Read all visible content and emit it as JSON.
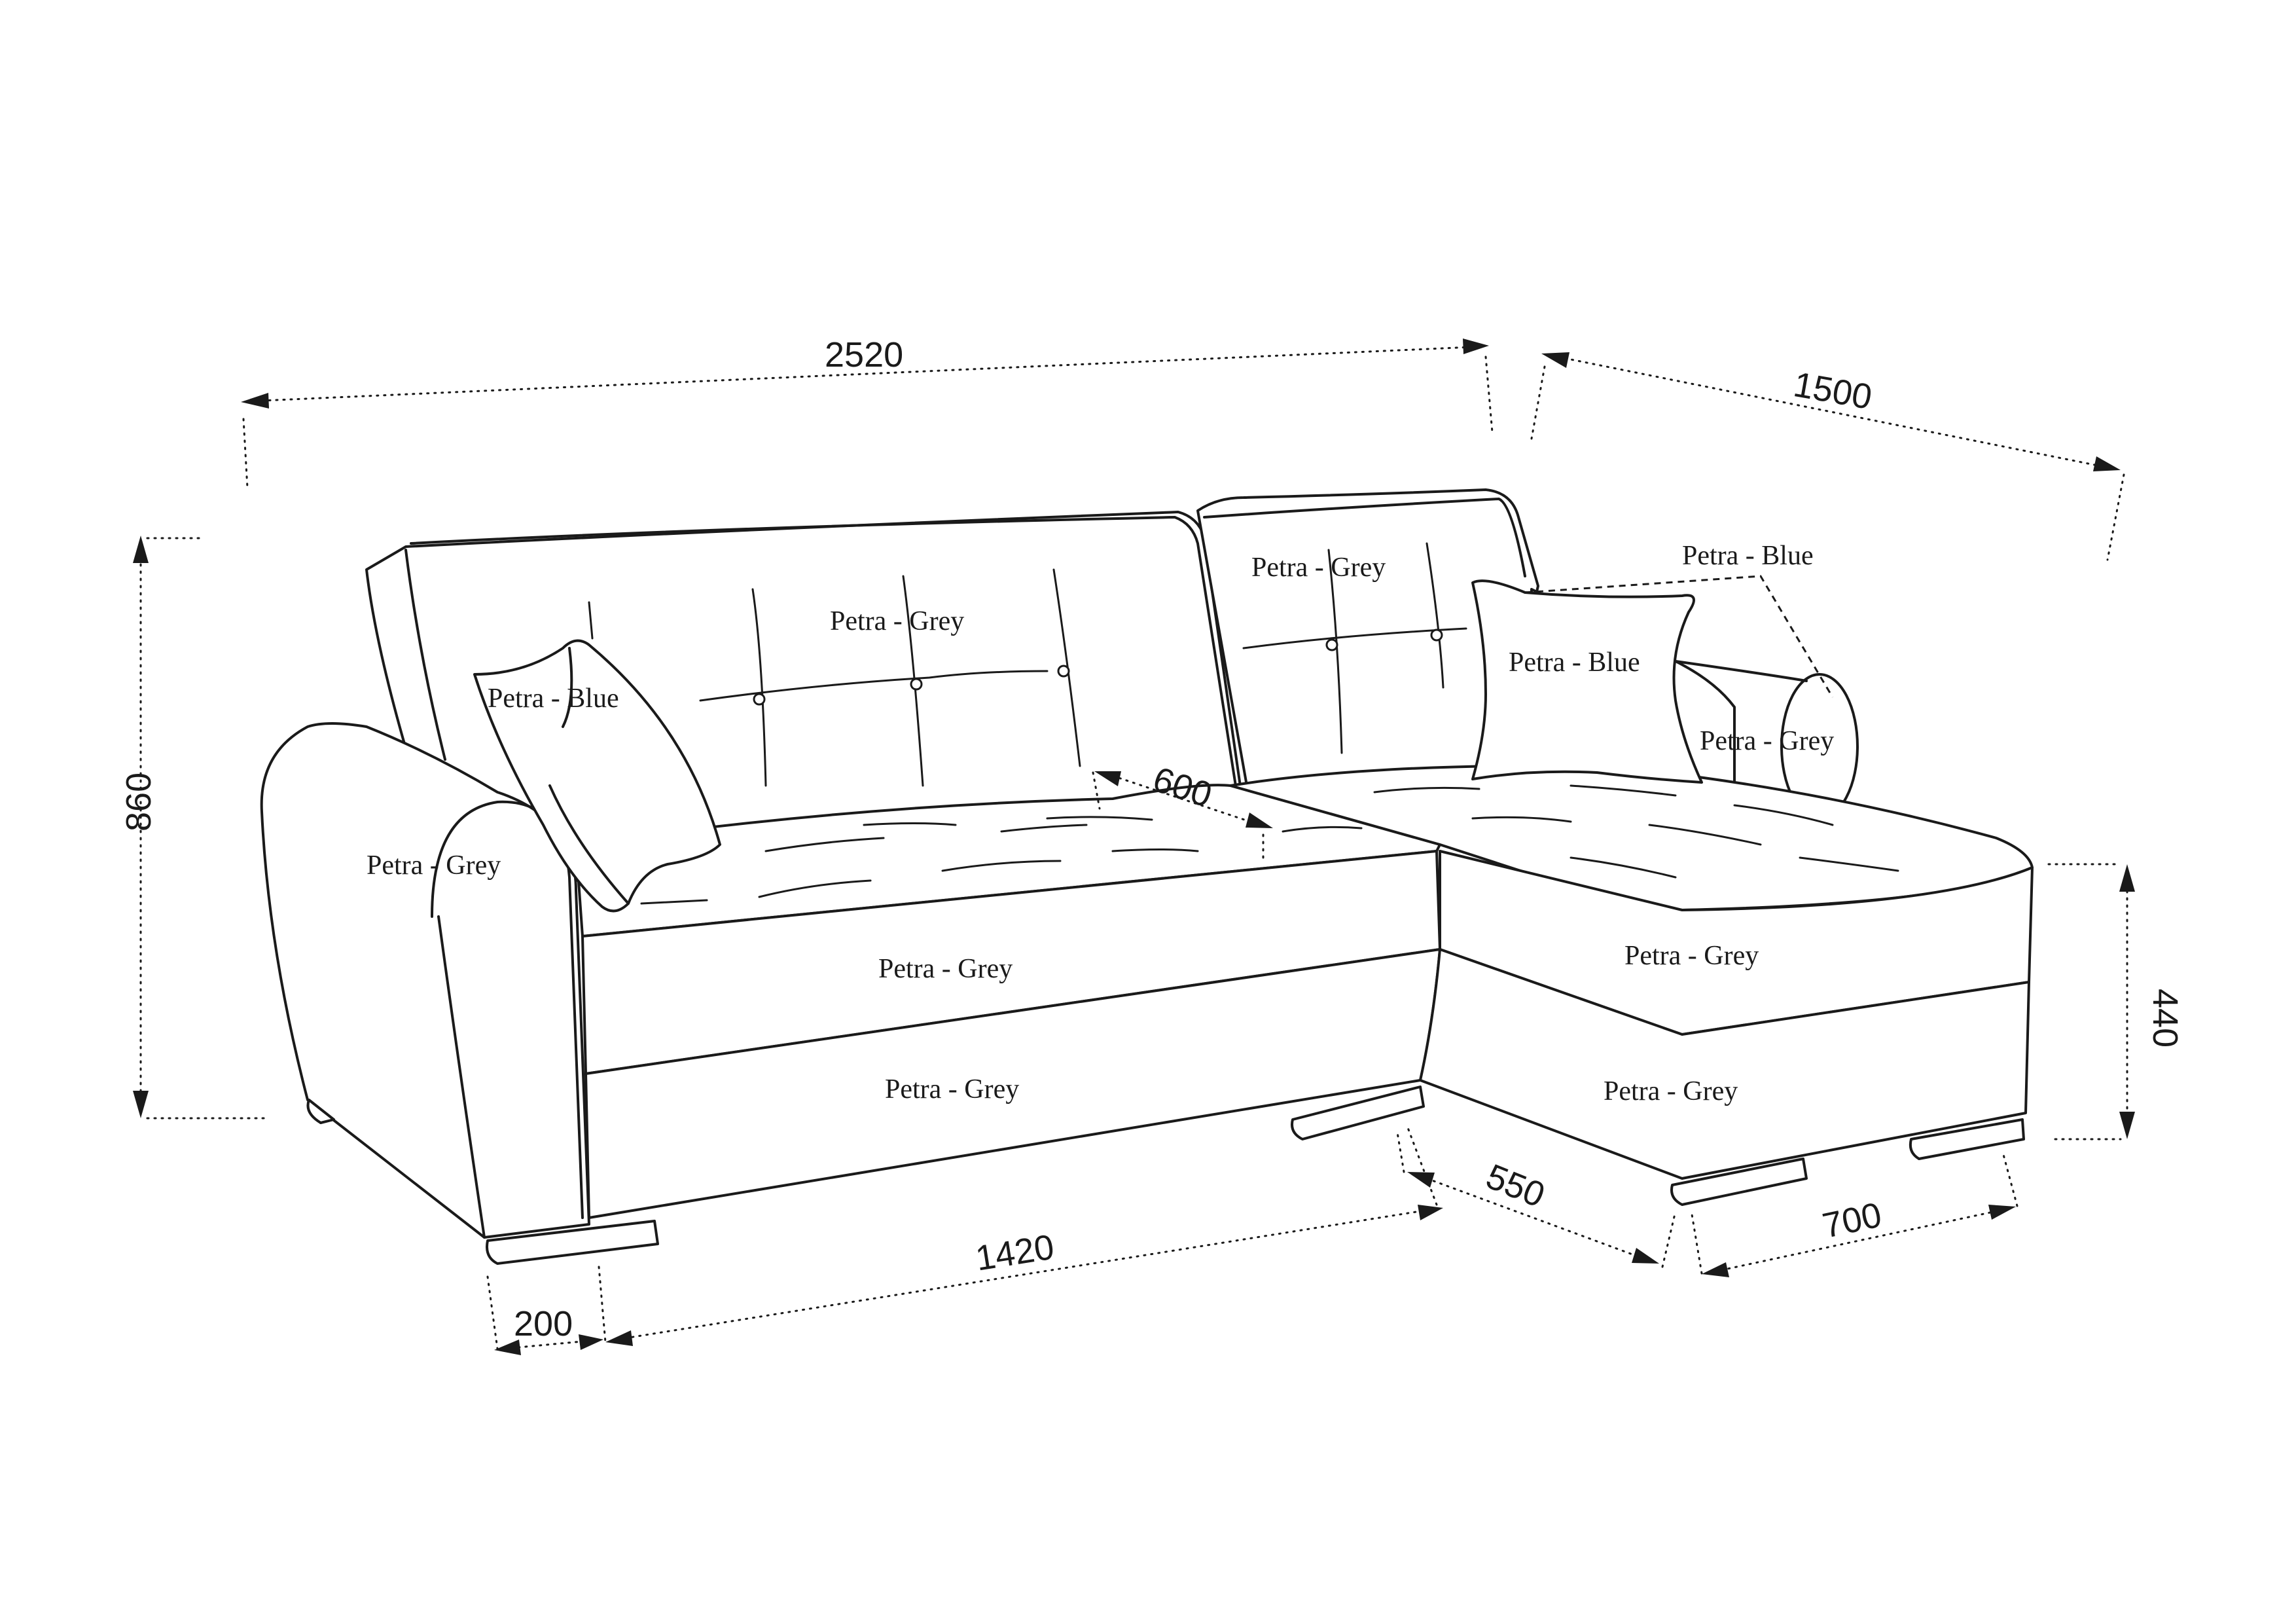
{
  "dimensions": {
    "total_width": "2520",
    "chaise_length": "1500",
    "height": "860",
    "seat_depth": "600",
    "seat_height": "440",
    "arm_width": "200",
    "seat_width": "1420",
    "chaise_width": "550",
    "chaise_depth": "700"
  },
  "materials": {
    "main_back": "Petra - Grey",
    "chaise_back": "Petra - Grey",
    "left_pillow": "Petra - Blue",
    "right_pillow": "Petra - Blue",
    "chaise_callout": "Petra - Blue",
    "bolster": "Petra - Grey",
    "left_arm": "Petra - Grey",
    "front_upper": "Petra - Grey",
    "front_lower": "Petra - Grey",
    "chaise_upper": "Petra - Grey",
    "chaise_lower": "Petra - Grey"
  },
  "colors": {
    "line": "#1a1a1a",
    "background": "#ffffff"
  }
}
